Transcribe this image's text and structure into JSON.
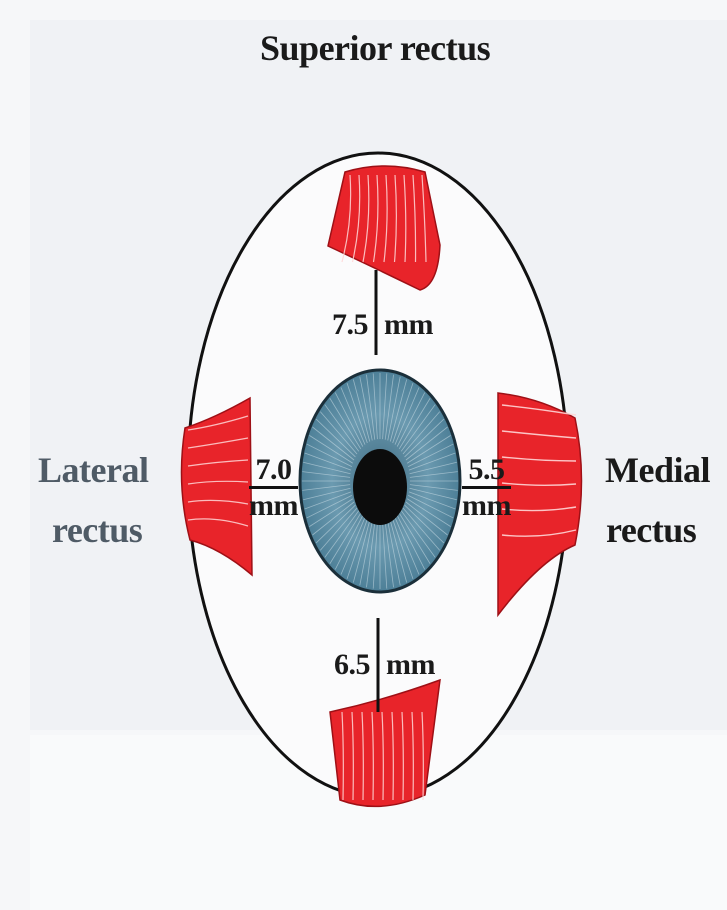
{
  "labels": {
    "superior": "Superior rectus",
    "lateral_line1": "Lateral",
    "lateral_line2": "rectus",
    "medial_line1": "Medial",
    "medial_line2": "rectus"
  },
  "measurements": {
    "superior": {
      "value": "7.5",
      "unit": "mm"
    },
    "inferior": {
      "value": "6.5",
      "unit": "mm"
    },
    "lateral": {
      "value": "7.0",
      "unit": "mm"
    },
    "medial": {
      "value": "5.5",
      "unit": "mm"
    }
  },
  "colors": {
    "background": "#f6f7f9",
    "muscle_red": "#e8242a",
    "muscle_dark": "#b8141a",
    "iris_blue": "#5f8fa6",
    "iris_edge": "#1b2f3a",
    "pupil": "#0c0c0c",
    "outline": "#111111"
  }
}
